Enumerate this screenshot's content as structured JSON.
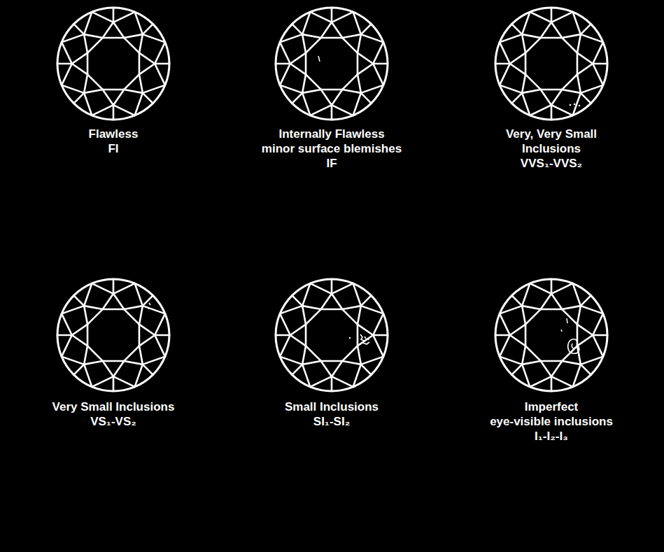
{
  "diagram": {
    "labels": [
      "Flawless",
      "FI",
      "Internally Flawless",
      "minor surface blemishes",
      "IF",
      "Very, Very Small Inclusions",
      "VVS₁-VVS₂",
      "Very Small Inclusions",
      "VS₁-VS₂",
      "Small Inclusions",
      "SI₁-SI₂",
      "Imperfect",
      "eye-visible inclusions",
      "I₁-I₂-I₃"
    ]
  }
}
